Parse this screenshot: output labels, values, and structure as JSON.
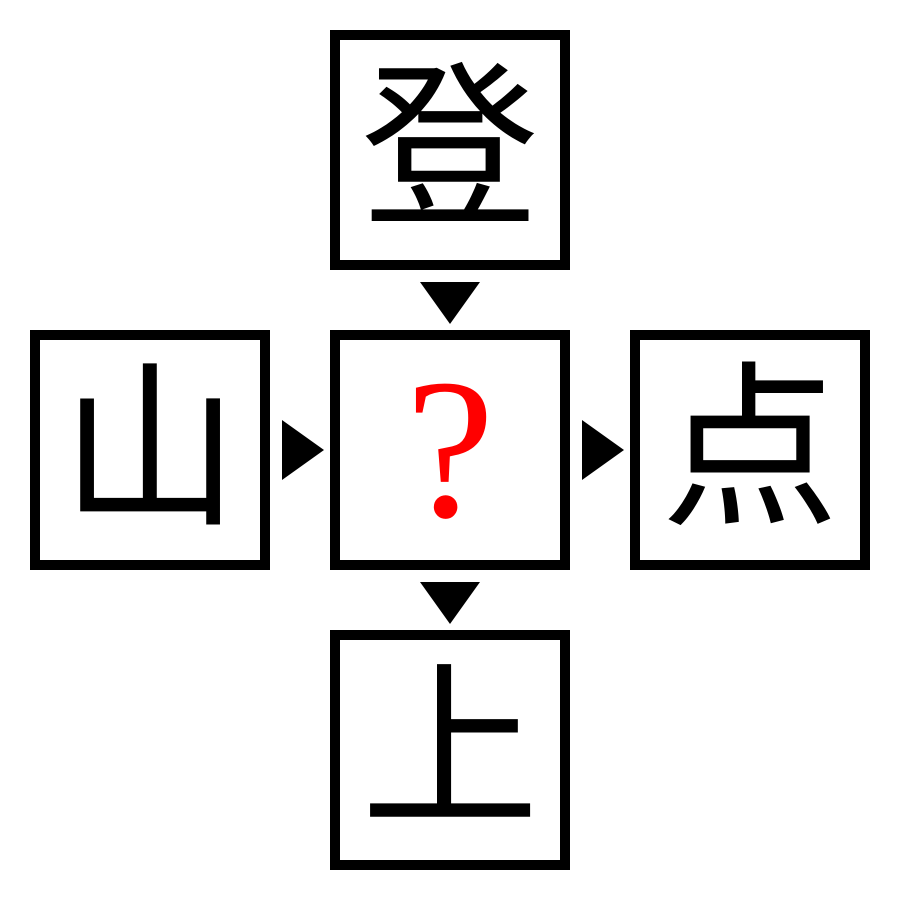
{
  "puzzle": {
    "top": "登",
    "left": "山",
    "center": "?",
    "right": "点",
    "bottom": "上"
  },
  "colors": {
    "border": "#000000",
    "glyph": "#000000",
    "question": "#ff0000",
    "arrow": "#000000"
  },
  "icons": {
    "arrow_down": "triangle-down-icon",
    "arrow_right": "triangle-right-icon"
  }
}
